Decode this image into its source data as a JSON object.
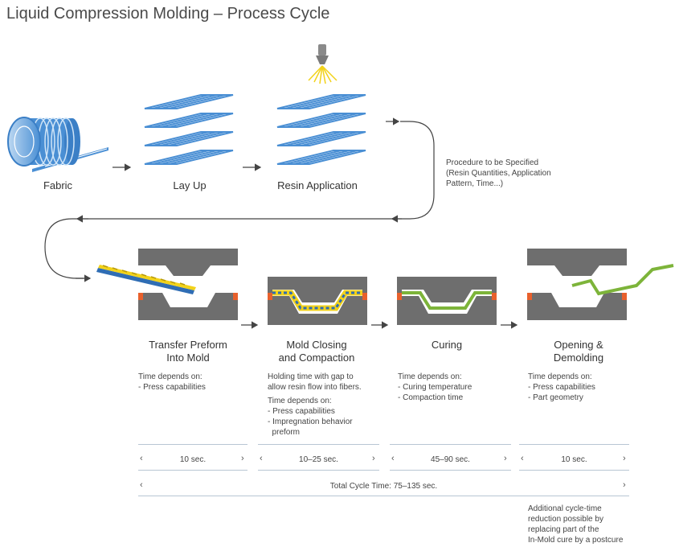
{
  "title": "Liquid Compression Molding – Process Cycle",
  "top_steps": [
    {
      "label": "Fabric"
    },
    {
      "label": "Lay Up"
    },
    {
      "label": "Resin Application"
    }
  ],
  "procedure_note": [
    "Procedure to be Specified",
    "(Resin Quantities, Application",
    "Pattern, Time...)"
  ],
  "stages": [
    {
      "title": [
        "Transfer Preform",
        "Into Mold"
      ],
      "notes_a": [
        "Time depends on:",
        "- Press capabilities"
      ],
      "notes_b": [],
      "duration": "10 sec."
    },
    {
      "title": [
        "Mold Closing",
        "and Compaction"
      ],
      "notes_a": [
        "Holding time with gap to",
        "allow resin flow into fibers."
      ],
      "notes_b": [
        "Time depends on:",
        "- Press capabilities",
        "- Impregnation behavior",
        "  preform"
      ],
      "duration": "10–25 sec."
    },
    {
      "title": [
        "Curing"
      ],
      "notes_a": [
        "Time depends on:",
        "- Curing temperature",
        "- Compaction time"
      ],
      "notes_b": [],
      "duration": "45–90 sec."
    },
    {
      "title": [
        "Opening &",
        "Demolding"
      ],
      "notes_a": [
        "Time depends on:",
        "- Press capabilities",
        "- Part geometry"
      ],
      "notes_b": [],
      "duration": "10 sec."
    }
  ],
  "total": "Total Cycle Time: 75–135 sec.",
  "chevron_left": "‹",
  "chevron_right": "›",
  "footnote": [
    "Additional cycle-time",
    "reduction possible by",
    "replacing part of the",
    "In-Mold cure by a postcure"
  ],
  "colors": {
    "fabric_blue": "#4a8fd4",
    "mold_gray": "#6e6e6e",
    "preform_blue": "#2f6db4",
    "resin_yellow": "#f2d21a",
    "cured_green": "#7db43a",
    "seal_orange": "#e8602c"
  }
}
